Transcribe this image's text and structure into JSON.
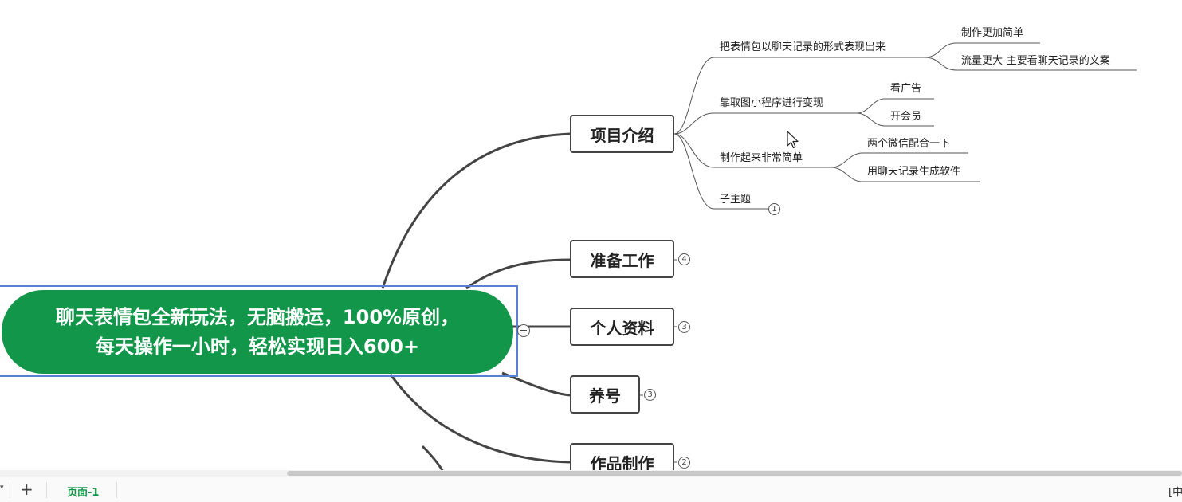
{
  "mindmap": {
    "root_title": "聊天表情包全新玩法，无脑搬运，100%原创，每天操作一小时，轻松实现日入600+",
    "topics": [
      {
        "label": "项目介绍",
        "badge": ""
      },
      {
        "label": "准备工作",
        "badge": "4"
      },
      {
        "label": "个人资料",
        "badge": "3"
      },
      {
        "label": "养号",
        "badge": "3"
      },
      {
        "label": "作品制作",
        "badge": "2"
      }
    ],
    "intro_children": [
      {
        "label": "把表情包以聊天记录的形式表现出来",
        "children": [
          "制作更加简单",
          "流量更大-主要看聊天记录的文案"
        ]
      },
      {
        "label": "靠取图小程序进行变现",
        "children": [
          "看广告",
          "开会员"
        ]
      },
      {
        "label": "制作起来非常简单",
        "children": [
          "两个微信配合一下",
          "用聊天记录生成软件"
        ]
      },
      {
        "label": "子主题",
        "badge": "1"
      }
    ]
  },
  "bottom_bar": {
    "add_tab": "+",
    "active_tab": "页面-1",
    "ime_indicator": "[中"
  },
  "colors": {
    "root_fill": "#12974a",
    "selection_border": "#5a7fd6",
    "active_tab_text": "#12974a"
  },
  "icons": [
    "collapse-icon",
    "cursor-icon",
    "add-tab-icon",
    "dropdown-arrow-icon"
  ]
}
